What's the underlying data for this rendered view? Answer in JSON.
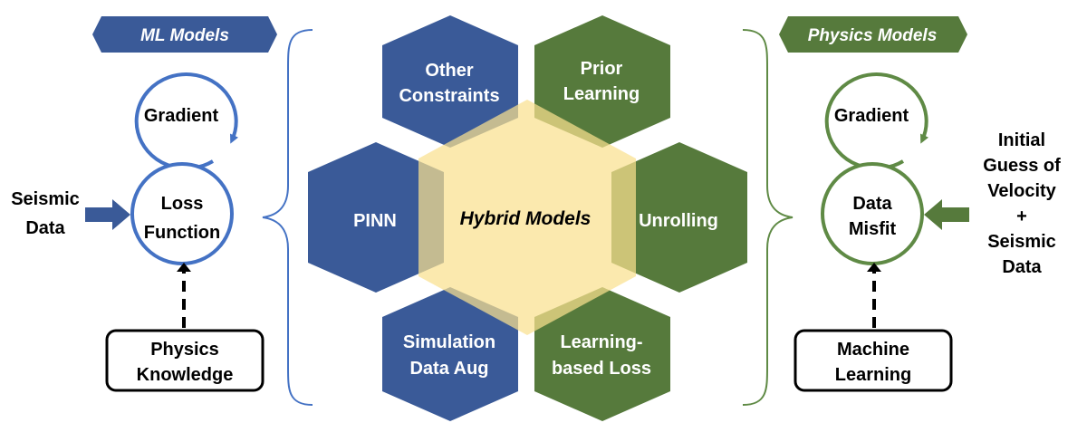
{
  "colors": {
    "ml_blue": "#3a5a98",
    "ml_blue_line": "#4472c4",
    "physics_green": "#567a3c",
    "physics_green_line": "#5f8a45",
    "hybrid_yellow": "#f9e08f",
    "text_dark": "#000000",
    "text_light": "#ffffff"
  },
  "ml_panel": {
    "title": "ML Models",
    "gradient_label": "Gradient",
    "loss_label_1": "Loss",
    "loss_label_2": "Function",
    "input_label_1": "Seismic",
    "input_label_2": "Data",
    "constraint_label_1": "Physics",
    "constraint_label_2": "Knowledge"
  },
  "physics_panel": {
    "title": "Physics Models",
    "gradient_label": "Gradient",
    "misfit_label_1": "Data",
    "misfit_label_2": "Misfit",
    "input_label_1": "Initial",
    "input_label_2": "Guess of",
    "input_label_3": "Velocity",
    "input_label_4": "+",
    "input_label_5": "Seismic",
    "input_label_6": "Data",
    "constraint_label_1": "Machine",
    "constraint_label_2": "Learning"
  },
  "hexagons": {
    "center": "Hybrid Models",
    "other_constraints_1": "Other",
    "other_constraints_2": "Constraints",
    "prior_learning_1": "Prior",
    "prior_learning_2": "Learning",
    "pinn": "PINN",
    "unrolling": "Unrolling",
    "simulation_1": "Simulation",
    "simulation_2": "Data Aug",
    "learning_loss_1": "Learning-",
    "learning_loss_2": "based Loss"
  }
}
